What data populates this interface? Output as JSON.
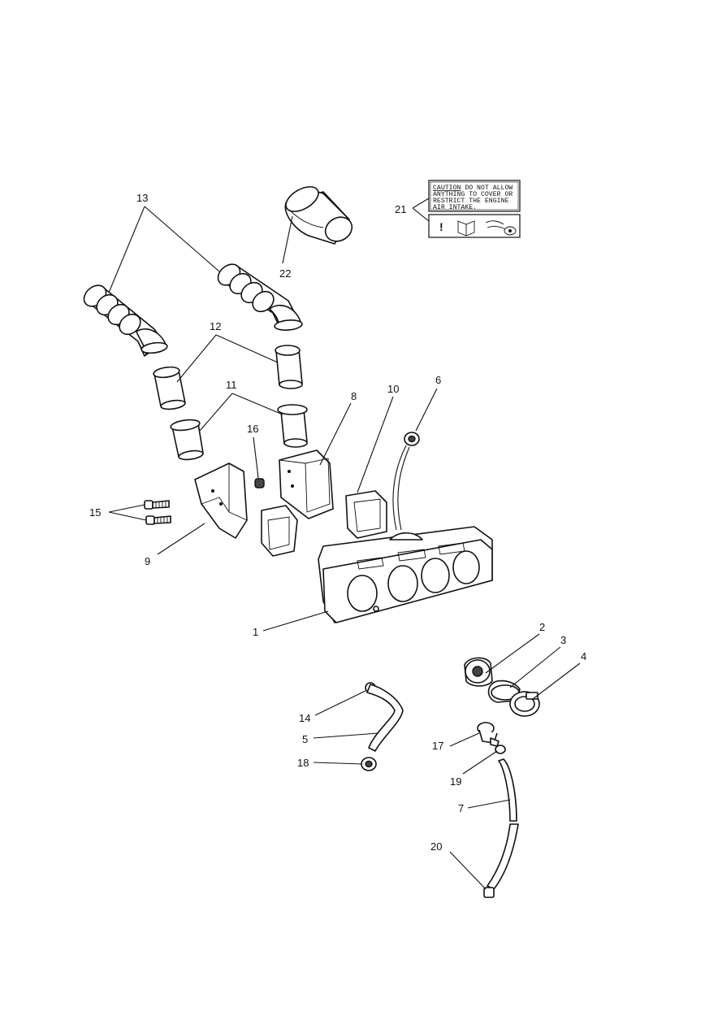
{
  "decal": {
    "caution_word": "CAUTION",
    "lines": [
      " DO NOT ALLOW",
      "ANYTHING TO COVER OR",
      "RESTRICT THE ENGINE",
      "AIR INTAKE."
    ],
    "symbol": "!"
  },
  "callouts": {
    "c1": "1",
    "c2": "2",
    "c3": "3",
    "c4": "4",
    "c5": "5",
    "c6": "6",
    "c7": "7",
    "c8": "8",
    "c9": "9",
    "c10": "10",
    "c11": "11",
    "c12": "12",
    "c13": "13",
    "c14": "14",
    "c15": "15",
    "c16": "16",
    "c17": "17",
    "c18": "18",
    "c19": "19",
    "c20": "20",
    "c21": "21",
    "c22": "22"
  },
  "icons": [
    "warning-icon",
    "manual-book-icon",
    "spray-icon"
  ]
}
